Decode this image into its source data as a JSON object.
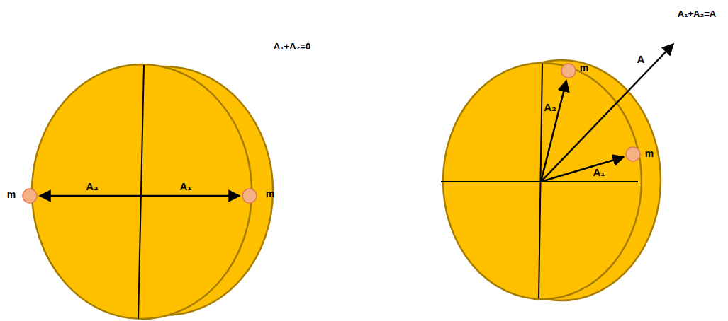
{
  "diagram": {
    "labels": [
      "A₁+A₂=0",
      "A₁+A₂=A",
      "m",
      "m",
      "A₂",
      "A₁",
      "m",
      "m",
      "A₂",
      "A₁",
      "A"
    ]
  }
}
